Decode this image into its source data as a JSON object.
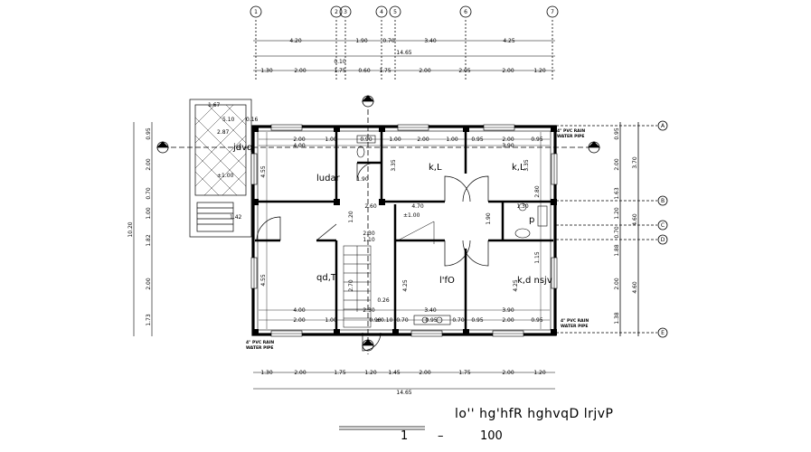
{
  "grid_top": [
    "1",
    "2",
    "3",
    "4",
    "5",
    "6",
    "7"
  ],
  "grid_right": [
    "A",
    "B",
    "C",
    "D",
    "E"
  ],
  "dims_top_row1": [
    "4.20",
    "1.90",
    "0.70",
    "3.40",
    "4.25"
  ],
  "dims_top_total": "14.65",
  "dims_top_small": "0.10",
  "dims_top_row2": [
    "1.30",
    "2.00",
    "1.75",
    "0.60",
    "1.75",
    "2.00",
    "2.05",
    "2.00",
    "1.20"
  ],
  "dims_bottom_row": [
    "1.30",
    "2.00",
    "1.75",
    "1.20",
    "1.45",
    "2.00",
    "1.75",
    "2.00",
    "1.20"
  ],
  "dims_bottom_total": "14.65",
  "dims_left_outer": [
    "0.95",
    "2.00",
    "0.70",
    "1.00",
    "1.82",
    "2.00",
    "1.73"
  ],
  "dims_left_total": "10.20",
  "dims_right_inner": [
    "0.95",
    "2.00",
    "1.63",
    "1.20",
    "0.70",
    "1.88",
    "2.00",
    "1.38"
  ],
  "dims_right_outer": [
    "3.70",
    "4.60",
    "4.60"
  ],
  "interior_dims": {
    "top_a": [
      "2.00",
      "1.00",
      "0.90",
      "1.00",
      "2.00",
      "1.00",
      "0.95",
      "2.00",
      "0.95"
    ],
    "top_b": [
      "4.00",
      "3.90"
    ],
    "mid": [
      "4.70",
      "2.60",
      "1.90",
      "2.30",
      "1.10",
      "1.20",
      "1.90",
      "1.30"
    ],
    "bottom_a": [
      "4.00",
      "2.30",
      "3.40",
      "3.90",
      "0.26"
    ],
    "bottom_b": [
      "2.00",
      "1.00",
      "0.90",
      "0.70",
      "0.95",
      "0.70",
      "0.95",
      "2.00",
      "0.95"
    ],
    "verticals": [
      "4.55",
      "4.55",
      "2.70",
      "4.25",
      "4.25",
      "3.35",
      "3.35",
      "2.80",
      "1.15"
    ]
  },
  "levels": [
    "±1.00",
    "±1.00",
    "±0.10"
  ],
  "rooms": [
    "jdvq",
    "ludar",
    "k,L",
    "k,L",
    "qd,T",
    "l'fO",
    "k,d nsjv",
    "p"
  ],
  "stair_dims": [
    "1.67",
    "5.10",
    "0.16",
    "2.87",
    "1.42"
  ],
  "pipe_note_lines": [
    "4\" PVC RAIN",
    "WATER PIPE"
  ],
  "title": "lo'' hg'hfR hghvqD lrjvP",
  "scale_left": "1",
  "scale_sep": "–",
  "scale_right": "100"
}
